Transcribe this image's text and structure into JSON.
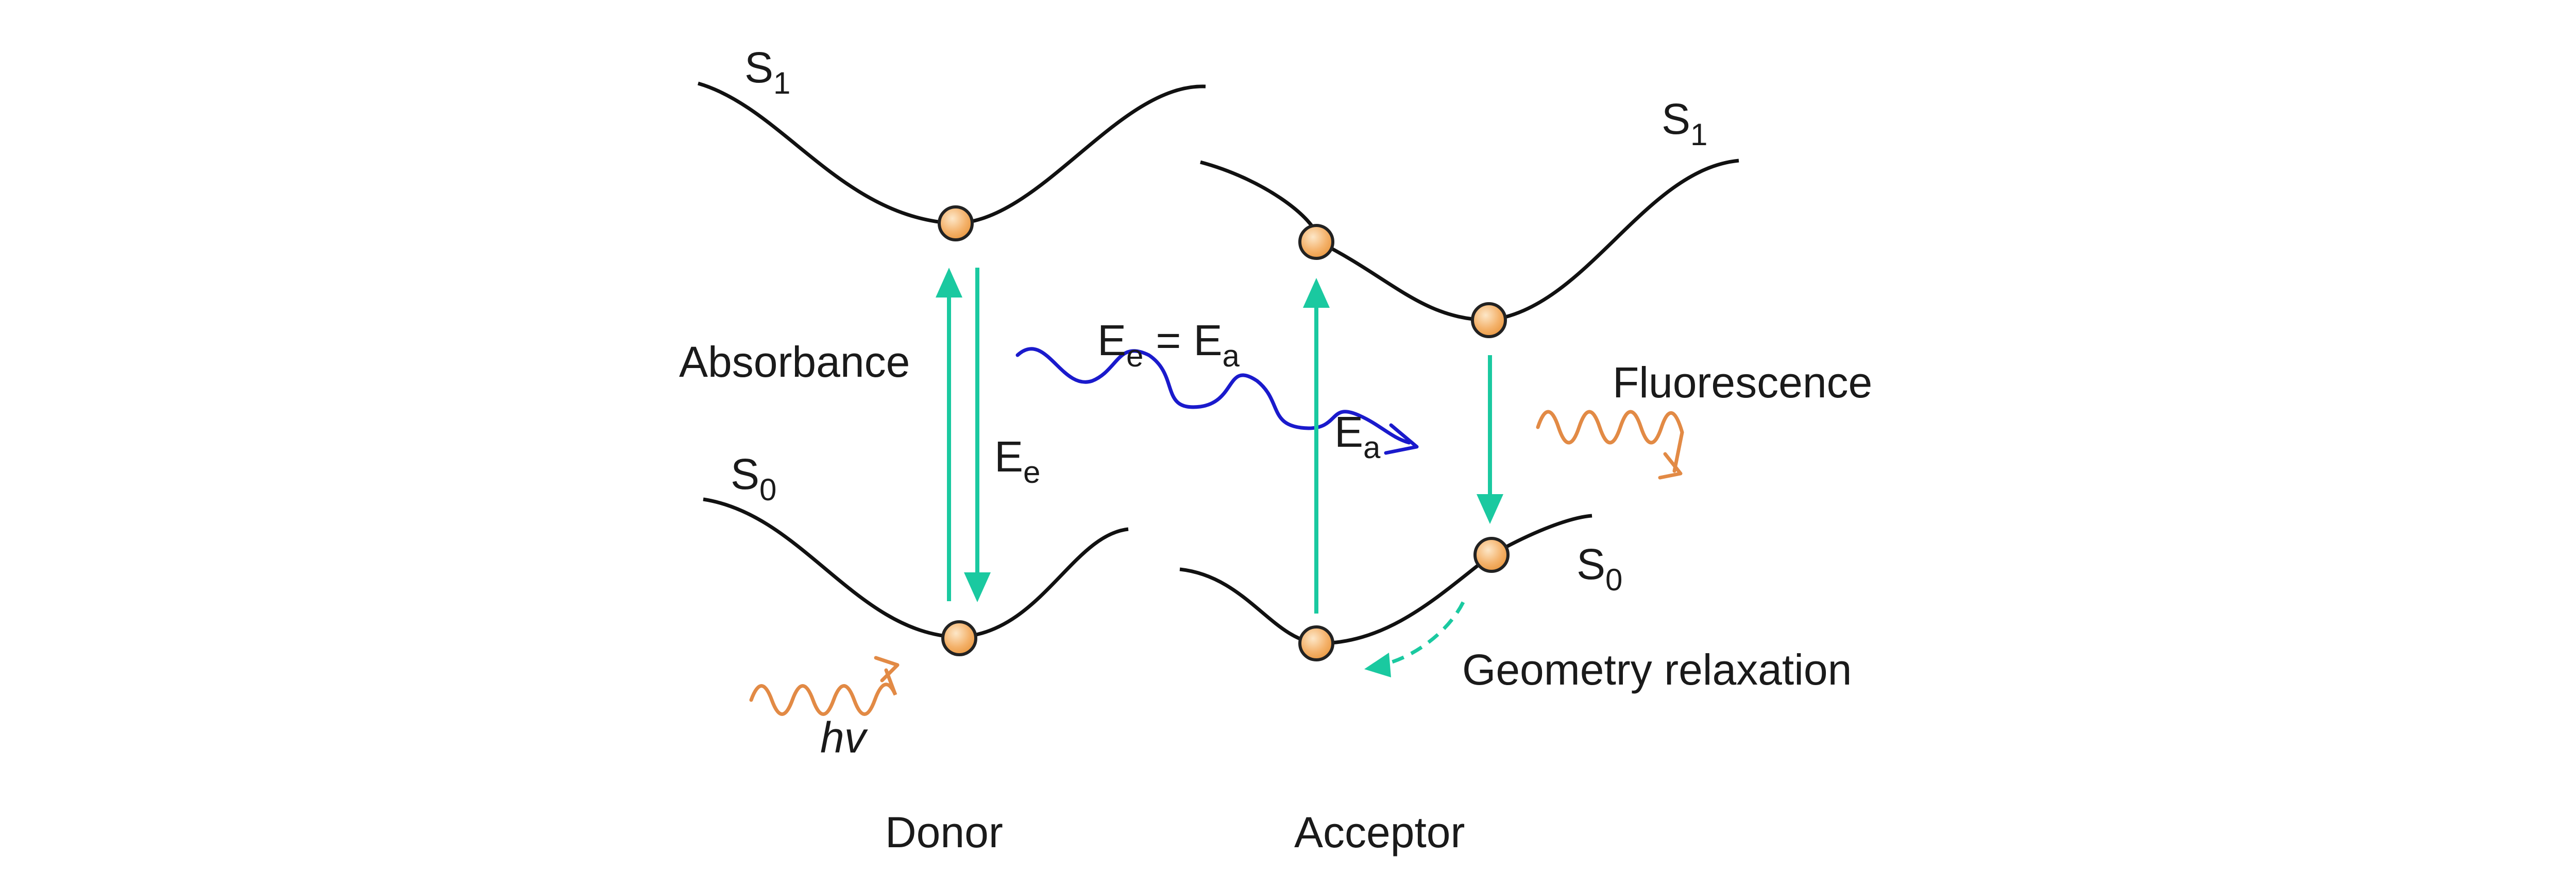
{
  "labels": {
    "donor": "Donor",
    "acceptor": "Acceptor",
    "absorbance": "Absorbance",
    "fluorescence": "Fluorescence",
    "geometry_relaxation": "Geometry relaxation",
    "hv": "hv",
    "energy_symbol": "E",
    "sub_e": "e",
    "sub_a": "a",
    "equals": "=",
    "state_symbol": "S",
    "sub_1": "1",
    "sub_0": "0"
  },
  "colors": {
    "curve": "#111111",
    "transition_arrow": "#1ac9a0",
    "energy_transfer_wave": "#1a1acc",
    "photon_wave": "#e28a45",
    "dot_fill": "#f4b26b",
    "dot_stroke": "#222222"
  }
}
